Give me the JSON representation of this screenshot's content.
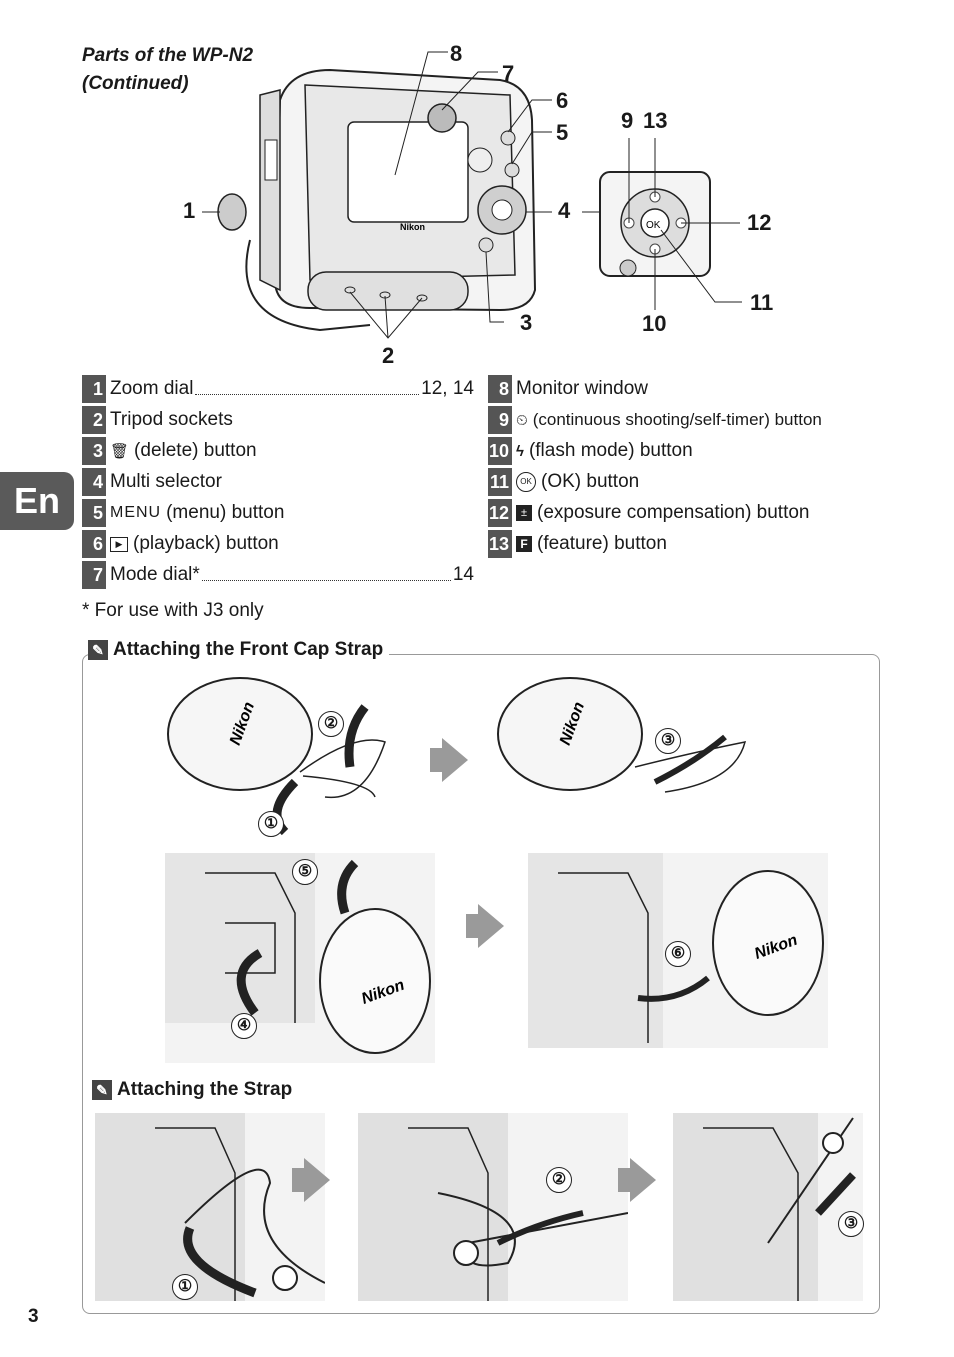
{
  "heading": [
    "Parts of the WP-N2",
    "(Continued)"
  ],
  "callouts": [
    "1",
    "2",
    "3",
    "4",
    "5",
    "6",
    "7",
    "8",
    "9",
    "13",
    "12",
    "11",
    "10"
  ],
  "legend_left": [
    {
      "num": "1",
      "icon": "",
      "label": "Zoom dial",
      "page": "12, 14"
    },
    {
      "num": "2",
      "icon": "",
      "label": "Tripod sockets",
      "page": ""
    },
    {
      "num": "3",
      "icon": "trash-icon",
      "label": "(delete) button",
      "page": ""
    },
    {
      "num": "4",
      "icon": "",
      "label": "Multi selector",
      "page": ""
    },
    {
      "num": "5",
      "icon": "menu-icon",
      "label": "(menu) button",
      "page": ""
    },
    {
      "num": "6",
      "icon": "playback-icon",
      "label": "(playback) button",
      "page": ""
    },
    {
      "num": "7",
      "icon": "",
      "label": "Mode dial*",
      "page": "14"
    }
  ],
  "legend_right": [
    {
      "num": "8",
      "icon": "",
      "label": "Monitor window"
    },
    {
      "num": "9",
      "icon": "continuous-timer-icon",
      "label": "(continuous shooting/self-timer) button"
    },
    {
      "num": "10",
      "icon": "flash-icon",
      "label": "(flash mode) button"
    },
    {
      "num": "11",
      "icon": "ok-icon",
      "label": "(OK) button"
    },
    {
      "num": "12",
      "icon": "exposure-icon",
      "label": "(exposure compensation) button"
    },
    {
      "num": "13",
      "icon": "feature-icon",
      "label": "(feature) button"
    }
  ],
  "menu_word": "MENU",
  "ok_word": "OK",
  "feature_letter": "F",
  "footnote": "* For use with J3 only",
  "lang_tab": "En",
  "section1_title": "Attaching the Front Cap Strap",
  "section2_title": "Attaching the Strap",
  "brand": "Nikon",
  "steps1": [
    "①",
    "②",
    "③",
    "④",
    "⑤",
    "⑥"
  ],
  "steps2": [
    "①",
    "②",
    "③"
  ],
  "page_number": "3",
  "colors": {
    "tab": "#5a5a5a",
    "legend_num": "#555555",
    "arrow": "#9a9a9a",
    "border": "#999999"
  }
}
